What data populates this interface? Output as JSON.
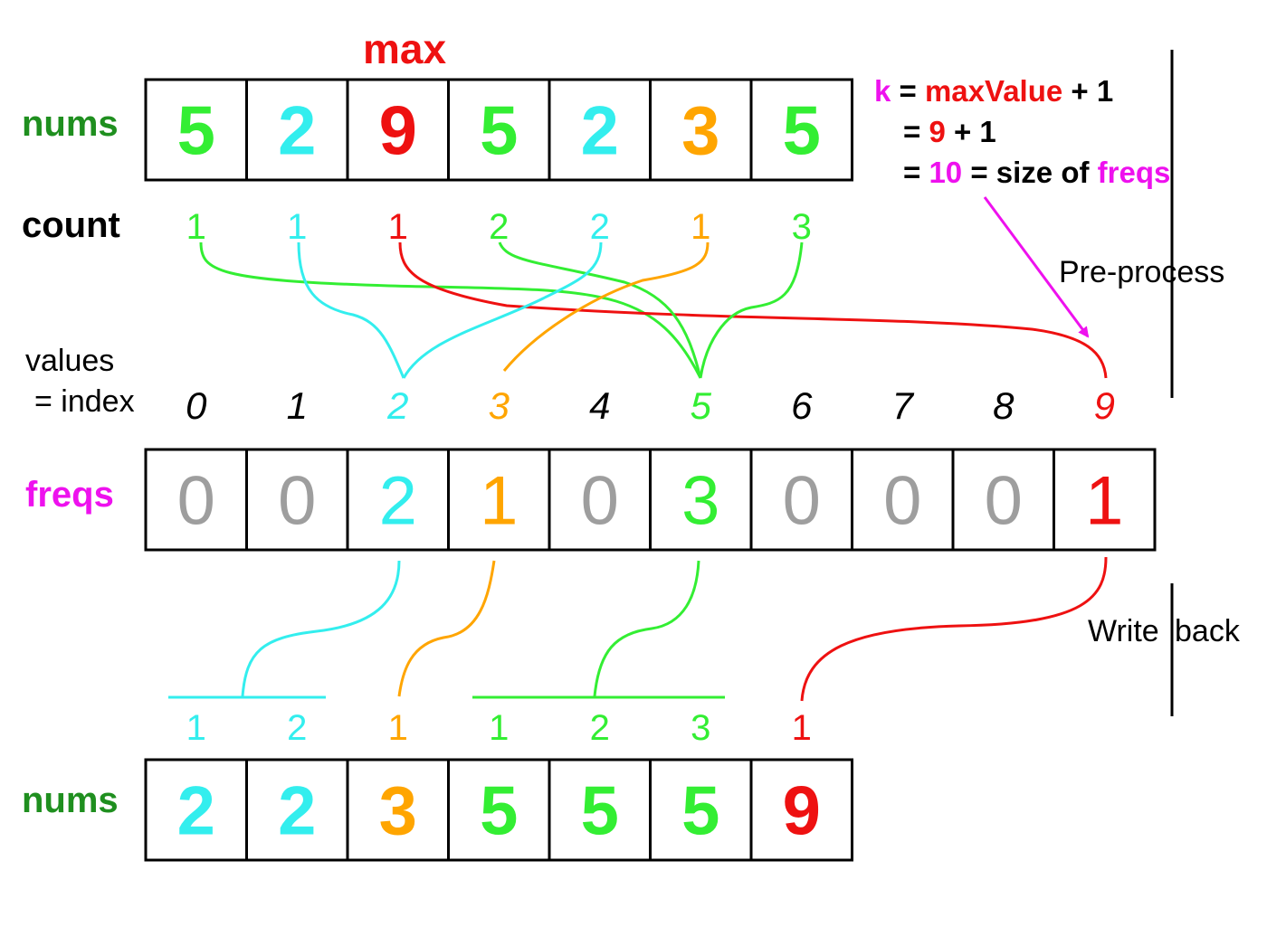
{
  "colors": {
    "green": "#33ee33",
    "cyan": "#33eeee",
    "red": "#ee1111",
    "orange": "#ffa500",
    "gray": "#9e9e9e",
    "magenta": "#ee11ee",
    "dark_green": "#1f8f1f",
    "black": "#000000"
  },
  "max_label": "max",
  "labels": {
    "nums_top": "nums",
    "count": "count",
    "values_line1": "values",
    "values_line2": "= index",
    "freqs": "freqs",
    "nums_bottom": "nums",
    "pre_process": "Pre-process",
    "write_back_a": "Write",
    "write_back_b": "back"
  },
  "formula": {
    "line1": [
      {
        "text": "k",
        "color": "magenta"
      },
      {
        "text": " = ",
        "color": "black"
      },
      {
        "text": "maxValue",
        "color": "red"
      },
      {
        "text": " + 1",
        "color": "black"
      }
    ],
    "line2": [
      {
        "text": "= ",
        "color": "black"
      },
      {
        "text": "9",
        "color": "red"
      },
      {
        "text": " + 1",
        "color": "black"
      }
    ],
    "line3": [
      {
        "text": "= ",
        "color": "black"
      },
      {
        "text": "10",
        "color": "magenta"
      },
      {
        "text": " = size of ",
        "color": "black"
      },
      {
        "text": "freqs",
        "color": "magenta"
      }
    ]
  },
  "nums_input": [
    {
      "value": "5",
      "color": "green"
    },
    {
      "value": "2",
      "color": "cyan"
    },
    {
      "value": "9",
      "color": "red"
    },
    {
      "value": "5",
      "color": "green"
    },
    {
      "value": "2",
      "color": "cyan"
    },
    {
      "value": "3",
      "color": "orange"
    },
    {
      "value": "5",
      "color": "green"
    }
  ],
  "counts": [
    {
      "value": "1",
      "color": "green"
    },
    {
      "value": "1",
      "color": "cyan"
    },
    {
      "value": "1",
      "color": "red"
    },
    {
      "value": "2",
      "color": "green"
    },
    {
      "value": "2",
      "color": "cyan"
    },
    {
      "value": "1",
      "color": "orange"
    },
    {
      "value": "3",
      "color": "green"
    }
  ],
  "indices": [
    {
      "value": "0",
      "color": "black"
    },
    {
      "value": "1",
      "color": "black"
    },
    {
      "value": "2",
      "color": "cyan"
    },
    {
      "value": "3",
      "color": "orange"
    },
    {
      "value": "4",
      "color": "black"
    },
    {
      "value": "5",
      "color": "green"
    },
    {
      "value": "6",
      "color": "black"
    },
    {
      "value": "7",
      "color": "black"
    },
    {
      "value": "8",
      "color": "black"
    },
    {
      "value": "9",
      "color": "red"
    }
  ],
  "freqs": [
    {
      "value": "0",
      "color": "gray"
    },
    {
      "value": "0",
      "color": "gray"
    },
    {
      "value": "2",
      "color": "cyan"
    },
    {
      "value": "1",
      "color": "orange"
    },
    {
      "value": "0",
      "color": "gray"
    },
    {
      "value": "3",
      "color": "green"
    },
    {
      "value": "0",
      "color": "gray"
    },
    {
      "value": "0",
      "color": "gray"
    },
    {
      "value": "0",
      "color": "gray"
    },
    {
      "value": "1",
      "color": "red"
    }
  ],
  "writeback_counts": [
    {
      "value": "1",
      "color": "cyan"
    },
    {
      "value": "2",
      "color": "cyan"
    },
    {
      "value": "1",
      "color": "orange"
    },
    {
      "value": "1",
      "color": "green"
    },
    {
      "value": "2",
      "color": "green"
    },
    {
      "value": "3",
      "color": "green"
    },
    {
      "value": "1",
      "color": "red"
    }
  ],
  "nums_output": [
    {
      "value": "2",
      "color": "cyan"
    },
    {
      "value": "2",
      "color": "cyan"
    },
    {
      "value": "3",
      "color": "orange"
    },
    {
      "value": "5",
      "color": "green"
    },
    {
      "value": "5",
      "color": "green"
    },
    {
      "value": "5",
      "color": "green"
    },
    {
      "value": "9",
      "color": "red"
    }
  ]
}
